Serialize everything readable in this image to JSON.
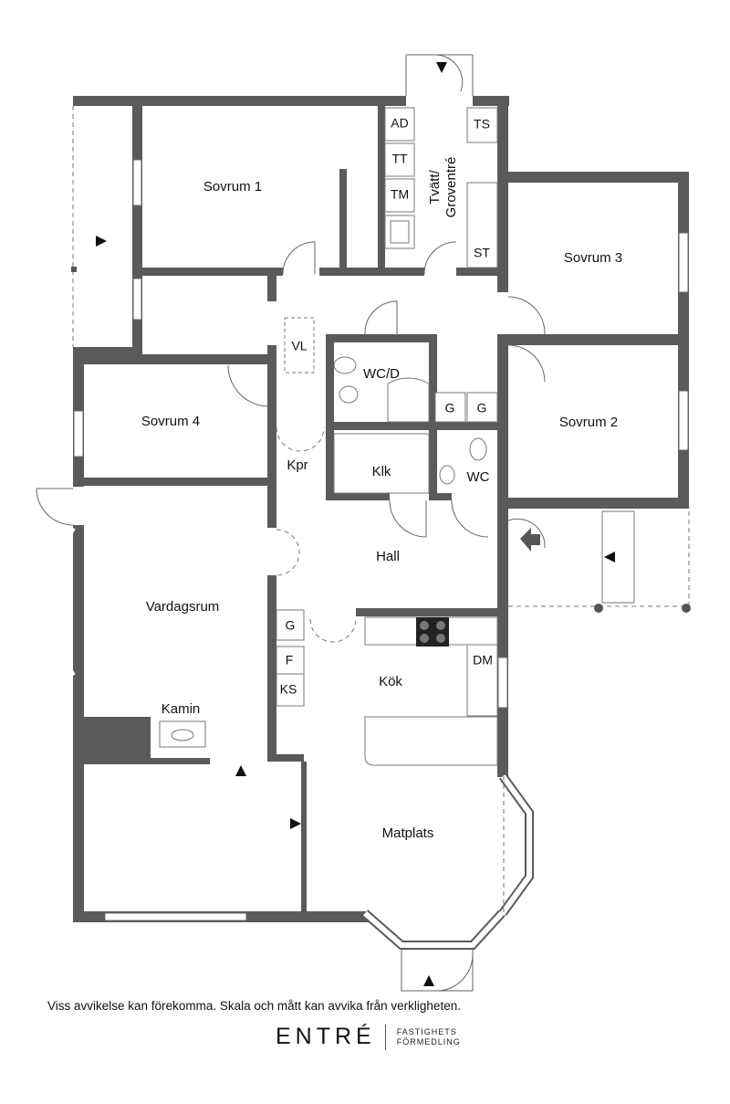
{
  "rooms": {
    "sovrum1": "Sovrum 1",
    "sovrum2": "Sovrum 2",
    "sovrum3": "Sovrum 3",
    "sovrum4": "Sovrum 4",
    "tvatt_line1": "Tvätt/",
    "tvatt_line2": "Groventré",
    "wcd": "WC/D",
    "wc": "WC",
    "kpr": "Kpr",
    "klk": "Klk",
    "hall": "Hall",
    "vardagsrum": "Vardagsrum",
    "kamin": "Kamin",
    "kok": "Kök",
    "matplats": "Matplats"
  },
  "fixtures": {
    "ad": "AD",
    "tt": "TT",
    "tm": "TM",
    "ts": "TS",
    "st": "ST",
    "vl": "VL",
    "g1": "G",
    "g2": "G",
    "g3": "G",
    "f": "F",
    "ks": "KS",
    "dm": "DM"
  },
  "footer": {
    "disclaimer": "Viss avvikelse kan förekomma. Skala och mått kan avvika från verkligheten.",
    "logo_main": "ENTRÉ",
    "logo_sub1": "FASTIGHETS",
    "logo_sub2": "FÖRMEDLING"
  }
}
